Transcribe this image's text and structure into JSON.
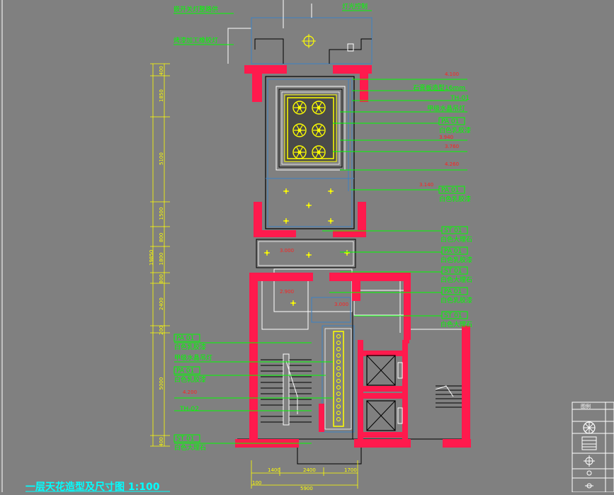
{
  "title": "一层天花造型及尺寸图 1:100",
  "annotations_top": [
    "嵌开关灯整路供",
    "灯光控制",
    "烤漆加工橡胶灯"
  ],
  "annotations_right": [
    {
      "text": "石膏板造型16mm",
      "code": "",
      "level": "4.100"
    },
    {
      "text": "甲级水晶吊灯",
      "code": "TH-01",
      "level": ""
    },
    {
      "text": "白色乳胶漆",
      "code": "PA 01",
      "level": "3.940"
    },
    {
      "text": "",
      "code": "",
      "level": "3.760"
    },
    {
      "text": "",
      "code": "",
      "level": "4.260"
    },
    {
      "text": "白色乳胶漆",
      "code": "PA 01",
      "level": "3.140"
    },
    {
      "text": "白色大理石",
      "code": "ST 01",
      "level": ""
    },
    {
      "text": "白色乳胶漆",
      "code": "PA 01",
      "level": ""
    },
    {
      "text": "白色大理石",
      "code": "ST 01",
      "level": ""
    },
    {
      "text": "白色乳胶漆",
      "code": "PA 01",
      "level": ""
    },
    {
      "text": "白色大理石",
      "code": "ST 01",
      "level": ""
    }
  ],
  "annotations_left": [
    {
      "text": "白色乳胶漆",
      "code": "PA 01"
    },
    {
      "text": "甲级水晶吊灯",
      "code": ""
    },
    {
      "text": "白色乳胶漆",
      "code": "PA 01"
    },
    {
      "text": "",
      "code": "TH-02",
      "level": "4.200"
    },
    {
      "text": "白色大理石",
      "code": "ST 01"
    }
  ],
  "dims_vertical": [
    "400",
    "1850",
    "5100",
    "1500",
    "800",
    "1800",
    "800",
    "2400",
    "200",
    "5000",
    "400"
  ],
  "dim_total_vertical": "19850",
  "dims_horizontal": [
    "1400",
    "2400",
    "1700"
  ],
  "dim_total_horizontal": "5900",
  "dim_small": "100",
  "levels_mid": [
    "3.000",
    "2.900",
    "3.000"
  ],
  "legend_header": "图例",
  "colors": {
    "wall": "#ff1a4d",
    "annotation": "#00ff00",
    "dimension": "#ffff00",
    "title": "#00ffff",
    "background": "#808080"
  }
}
